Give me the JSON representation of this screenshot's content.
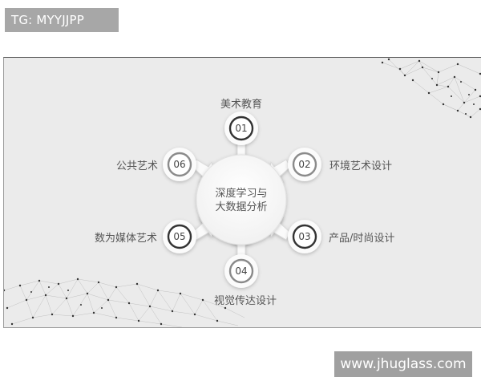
{
  "tag": {
    "text": "TG: MYYJJPP"
  },
  "watermark": {
    "text": "www.jhuglass.com"
  },
  "center": {
    "line1": "深度学习与",
    "line2": "大数据分析"
  },
  "nodes": [
    {
      "number": "01",
      "label": "美术教育"
    },
    {
      "number": "02",
      "label": "环境艺术设计"
    },
    {
      "number": "03",
      "label": "产品/时尚设计"
    },
    {
      "number": "04",
      "label": "视觉传达设计"
    },
    {
      "number": "05",
      "label": "数为媒体艺术"
    },
    {
      "number": "06",
      "label": "公共艺术"
    }
  ],
  "colors": {
    "background": "#ebebeb",
    "node_ring_dark": "#333333",
    "node_ring_light": "#8a8a8a",
    "text": "#555555"
  }
}
